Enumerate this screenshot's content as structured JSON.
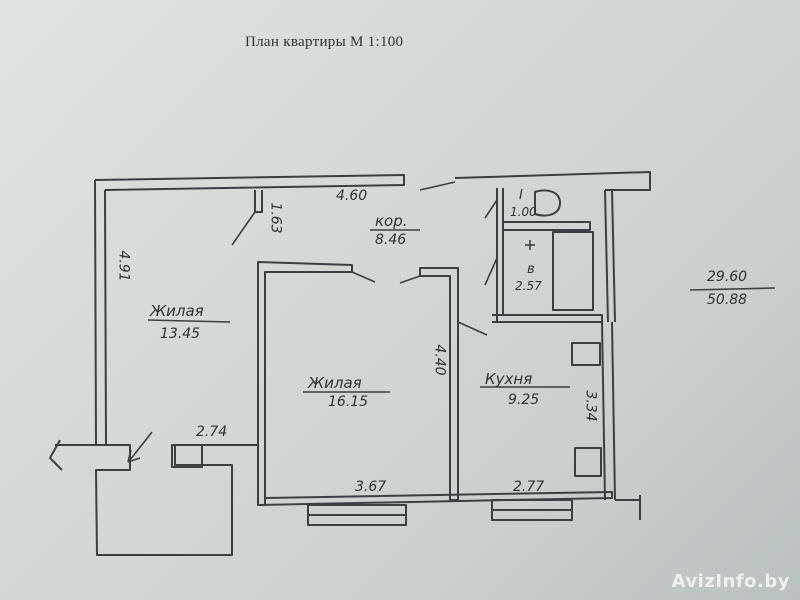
{
  "title": "План квартиры М 1:100",
  "rooms": {
    "living_left": {
      "name": "Жилая",
      "area": "13.45"
    },
    "living_center": {
      "name": "Жилая",
      "area": "16.15"
    },
    "kitchen": {
      "name": "Кухня",
      "area": "9.25"
    },
    "corridor": {
      "name": "кор.",
      "area": "8.46"
    },
    "toilet": {
      "name": "I",
      "area": "1.00"
    },
    "bathroom": {
      "name": "в",
      "area": "2.57"
    }
  },
  "dimensions": {
    "top_width": "4.60",
    "left_height": "4.91",
    "closet_depth": "1.63",
    "center_height": "4.40",
    "kitchen_height": "3.34",
    "balcony_width": "2.74",
    "center_width": "3.67",
    "kitchen_width": "2.77"
  },
  "totals": {
    "living": "29.60",
    "total": "50.88"
  },
  "watermark": "AvizInfo.by",
  "colors": {
    "line": "#3a3f43",
    "paper": "#d8dcdb"
  }
}
